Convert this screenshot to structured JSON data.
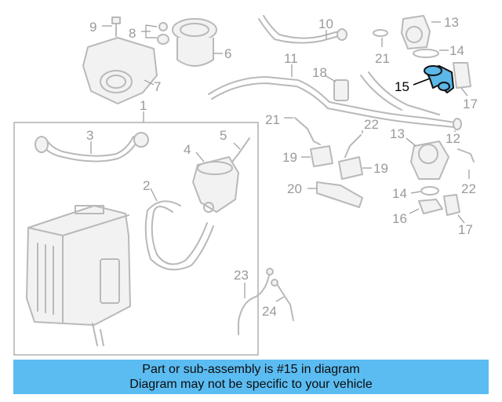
{
  "diagram": {
    "callouts": [
      "1",
      "2",
      "3",
      "4",
      "5",
      "6",
      "7",
      "8",
      "9",
      "10",
      "11",
      "12",
      "13",
      "13",
      "14",
      "14",
      "15",
      "16",
      "17",
      "17",
      "18",
      "19",
      "19",
      "20",
      "21",
      "21",
      "22",
      "22",
      "23",
      "24"
    ],
    "highlight_color": "#5bb8e8"
  },
  "banner": {
    "line1": "Part or sub-assembly is #15 in diagram",
    "line2": "Diagram may not be specific to your vehicle",
    "background": "#5bbcf2"
  }
}
